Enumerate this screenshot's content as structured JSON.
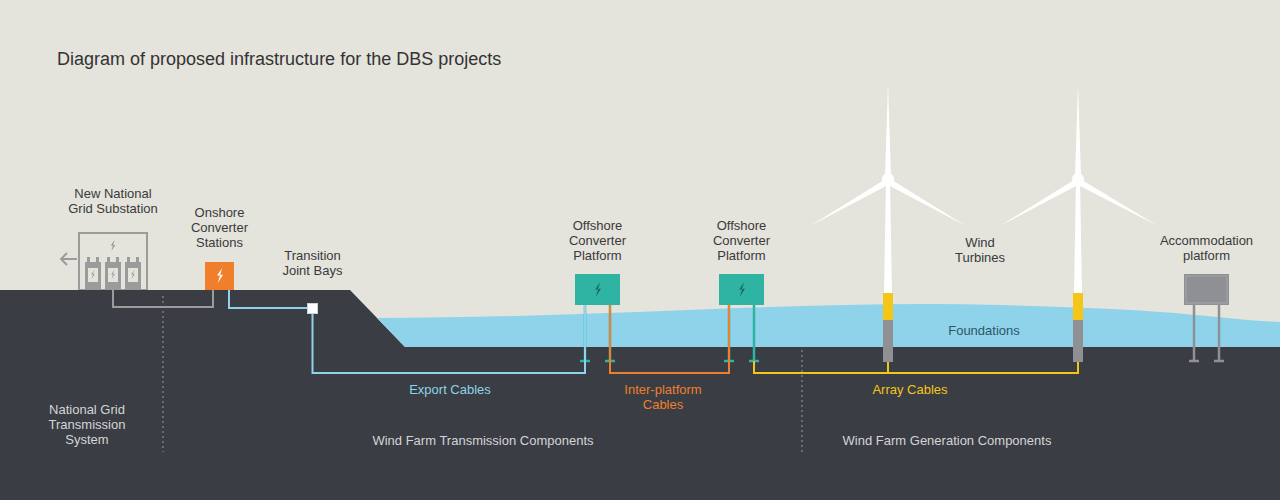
{
  "diagram": {
    "title": "Diagram of proposed infrastructure for the DBS projects",
    "nodes": [
      {
        "text": [
          "New National Grid Substation"
        ]
      },
      {
        "text": [
          "Onshore Converter Stations"
        ]
      },
      {
        "text": [
          "Transition Joint Bays"
        ]
      },
      {
        "text": [
          "Offshore Converter Platform"
        ]
      },
      {
        "text": [
          "Offshore Converter Platform"
        ]
      },
      {
        "text": [
          "Accommodation platform"
        ]
      }
    ],
    "edges": [
      {
        "from": 0,
        "to": 1,
        "arrow": "none"
      },
      {
        "from": 1,
        "to": 2,
        "arrow": "none"
      },
      {
        "from": 2,
        "to": 3,
        "label": "Export Cables",
        "arrow": "none"
      },
      {
        "from": 3,
        "to": 4,
        "label": "Inter-platform Cables",
        "arrow": "none"
      }
    ],
    "labels": [
      "National Grid Transmission System",
      "Wind Farm Transmission Components",
      "Wind Turbines",
      "Foundations",
      "Array Cables",
      "Wind Farm Generation Components"
    ]
  }
}
